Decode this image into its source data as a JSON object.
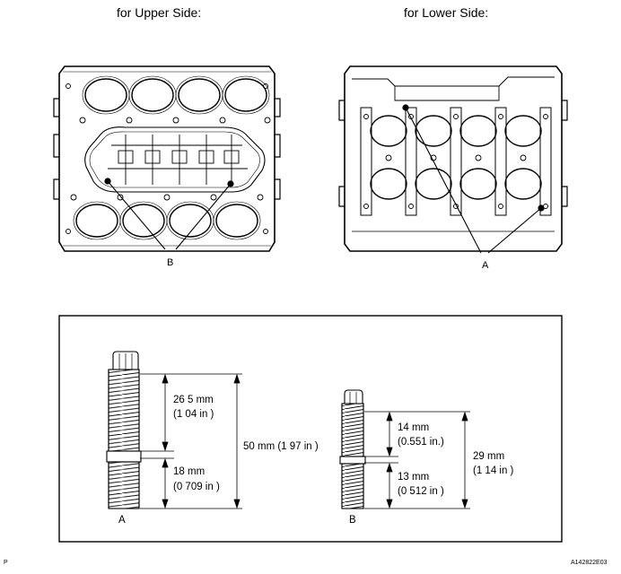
{
  "titles": {
    "upper": "for Upper Side:",
    "lower": "for Lower Side:"
  },
  "callouts": {
    "upper": "B",
    "lower": "A"
  },
  "stud_a": {
    "label": "A",
    "upper_mm": "26 5 mm",
    "upper_in": "(1 04 in )",
    "lower_mm": "18 mm",
    "lower_in": "(0 709 in )",
    "total": "50 mm (1 97 in )"
  },
  "stud_b": {
    "label": "B",
    "upper_mm": "14 mm",
    "upper_in": "(0.551 in.)",
    "lower_mm": "13 mm",
    "lower_in": "(0 512 in )",
    "total_mm": "29 mm",
    "total_in": "(1 14 in )"
  },
  "footer": {
    "left": "P",
    "right": "A142822E03"
  }
}
